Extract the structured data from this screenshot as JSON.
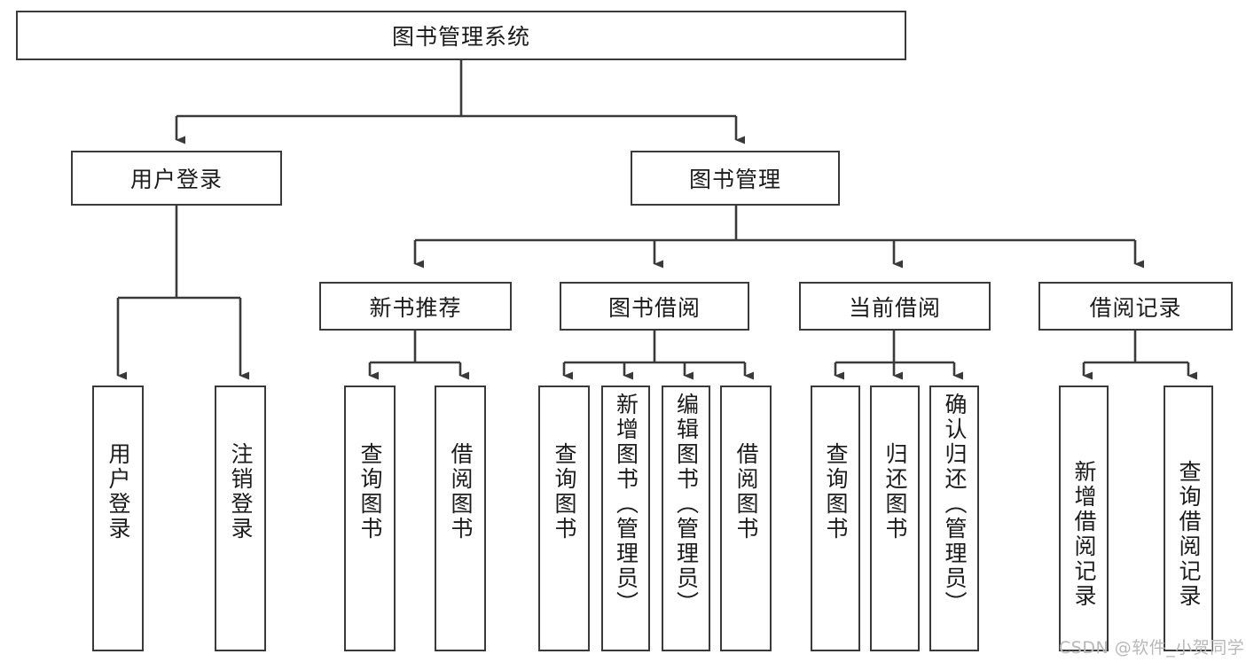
{
  "diagram": {
    "type": "tree",
    "title": "图书管理系统",
    "colors": {
      "stroke": "#3a3a3a",
      "node_fill": "#ffffff",
      "text": "#1b1b1b",
      "background": "#ffffff",
      "watermark": "#b8b8b8"
    },
    "watermark": "CSDN @软件_小贺同学",
    "nodes": {
      "root": "图书管理系统",
      "level2": [
        "用户登录",
        "图书管理"
      ],
      "level3": [
        "新书推荐",
        "图书借阅",
        "当前借阅",
        "借阅记录"
      ],
      "leaves": {
        "user_login": [
          "用户登录",
          "注销登录"
        ],
        "new_book": [
          "查询图书",
          "借阅图书"
        ],
        "borrow_book": [
          "查询图书",
          "新增图书（管理员）",
          "编辑图书（管理员）",
          "借阅图书"
        ],
        "current_borrow": [
          "查询图书",
          "归还图书",
          "确认归还（管理员）"
        ],
        "borrow_record": [
          "新增借阅记录",
          "查询借阅记录"
        ]
      }
    }
  }
}
